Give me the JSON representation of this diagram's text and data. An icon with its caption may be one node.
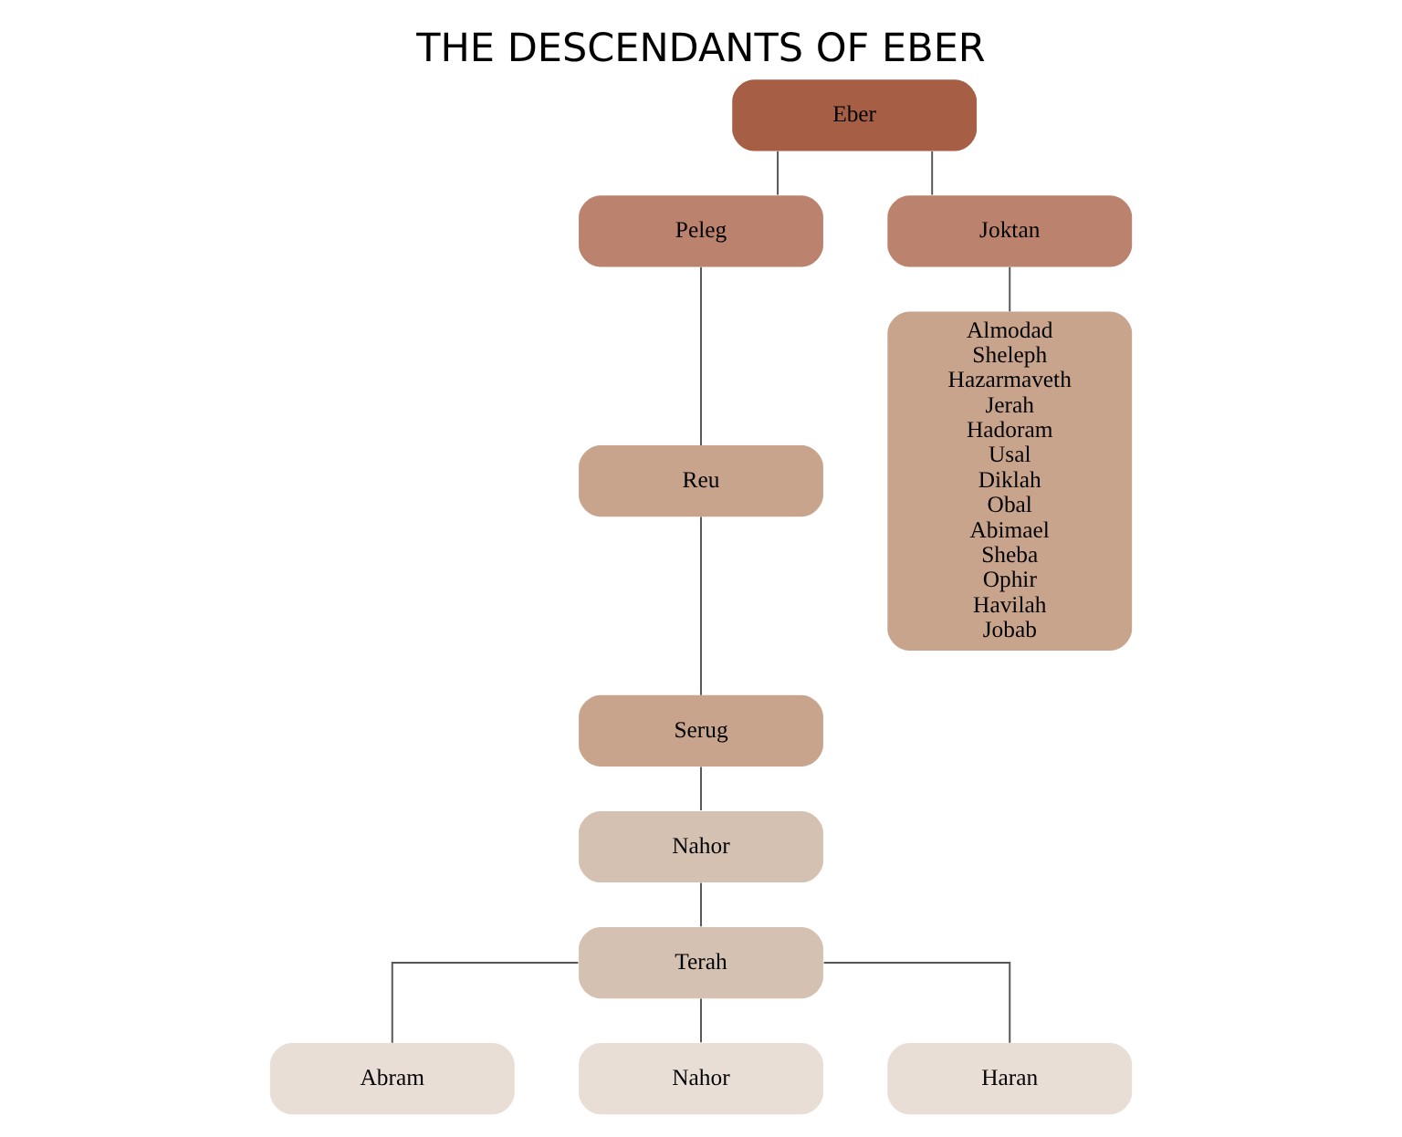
{
  "diagram": {
    "title": "THE DESCENDANTS OF EBER",
    "nodes": [
      {
        "text": [
          "Eber"
        ]
      },
      {
        "text": [
          "Peleg"
        ]
      },
      {
        "text": [
          "Joktan"
        ]
      },
      {
        "text": [
          "Reu"
        ]
      },
      {
        "text": [
          "Serug"
        ]
      },
      {
        "text": [
          "Nahor"
        ]
      },
      {
        "text": [
          "Terah"
        ]
      },
      {
        "text": [
          "Abram"
        ]
      },
      {
        "text": [
          "Nahor"
        ]
      },
      {
        "text": [
          "Haran"
        ]
      },
      {
        "text": [
          "Almodad",
          "Sheleph",
          "Hazarmaveth",
          "Jerah",
          "Hadoram",
          "Usal",
          "Diklah",
          "Obal",
          "Abimael",
          "Sheba",
          "Ophir",
          "Havilah",
          "Jobab"
        ]
      }
    ],
    "edges": [
      {
        "from": 0,
        "to": 1,
        "arrow": "none"
      },
      {
        "from": 0,
        "to": 2,
        "arrow": "none"
      },
      {
        "from": 1,
        "to": 3,
        "arrow": "none"
      },
      {
        "from": 3,
        "to": 4,
        "arrow": "none"
      },
      {
        "from": 4,
        "to": 5,
        "arrow": "none"
      },
      {
        "from": 5,
        "to": 6,
        "arrow": "none"
      },
      {
        "from": 6,
        "to": 7,
        "arrow": "none"
      },
      {
        "from": 6,
        "to": 8,
        "arrow": "none"
      },
      {
        "from": 6,
        "to": 9,
        "arrow": "none"
      },
      {
        "from": 2,
        "to": 10,
        "arrow": "none"
      }
    ]
  }
}
